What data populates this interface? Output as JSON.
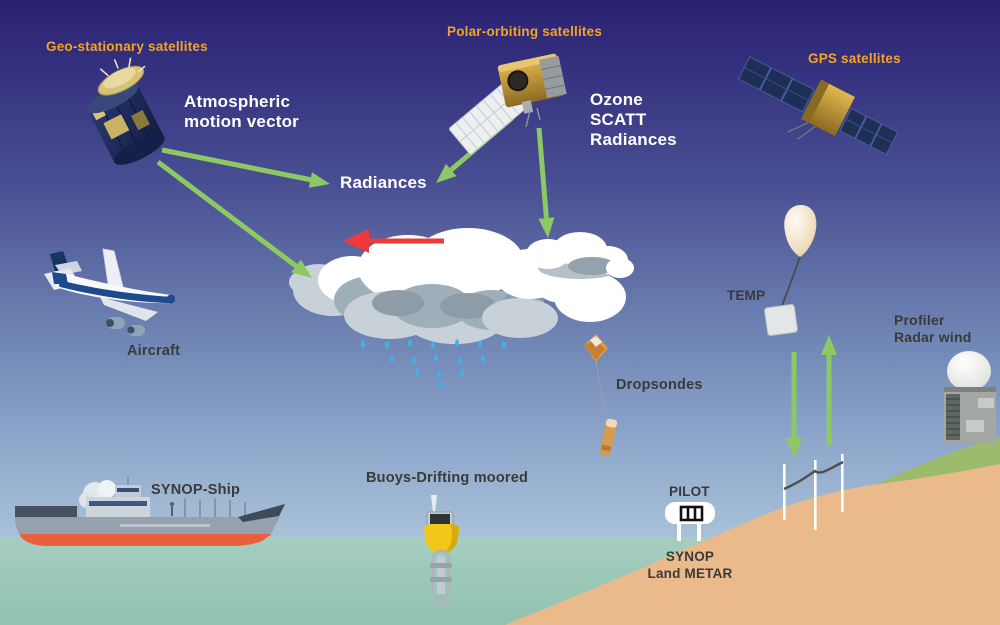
{
  "diagram": {
    "description": "Meteorological observing systems diagram",
    "labels": {
      "geo": "Geo-stationary satellites",
      "polar": "Polar-orbiting satellites",
      "gps": "GPS satellites",
      "amv": [
        "Atmospheric",
        "motion vector"
      ],
      "polar_products": [
        "Ozone",
        "SCATT",
        "Radiances"
      ],
      "radiances": "Radiances",
      "aircraft": "Aircraft",
      "temp": "TEMP",
      "profiler": [
        "Profiler",
        "Radar wind"
      ],
      "dropsondes": "Dropsondes",
      "synop_ship": "SYNOP-Ship",
      "buoys": "Buoys-Drifting moored",
      "pilot": "PILOT",
      "synop_land": [
        "SYNOP",
        "Land METAR"
      ]
    },
    "illustrations": [
      "geo-satellite-icon",
      "polar-satellite-icon",
      "gps-satellite-icon",
      "aircraft-icon",
      "cloud-rain-icon",
      "temp-balloon-icon",
      "dropsonde-icon",
      "profiler-radar-icon",
      "ship-icon",
      "buoy-icon",
      "pilot-shelter-icon",
      "wind-masts-icon"
    ],
    "colors": {
      "label_orange": "#f5a324",
      "label_white": "#ffffff",
      "label_dark": "#3a3a3a",
      "arrow_green": "#8dc963",
      "arrow_red": "#ee3a3a",
      "sky_top": "#2a2270",
      "sky_horizon": "#aac3d9",
      "sea": "#9cc8b8",
      "land_tan": "#eaba8b",
      "hill_green": "#9cbb6d",
      "rain_blue": "#3fb3e8",
      "buoy_yellow": "#f3c61a"
    }
  }
}
